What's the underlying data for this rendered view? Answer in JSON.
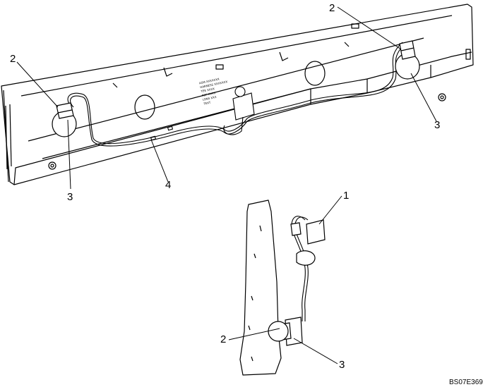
{
  "diagram": {
    "callouts": {
      "bulb_left": "2",
      "bulb_right": "2",
      "socket_left": "3",
      "socket_right": "3",
      "harness": "4",
      "connector_detail": "1",
      "bulb_detail": "2",
      "socket_detail": "3"
    },
    "figure_code": "BS07E369",
    "decal_lines": [
      "ASM XXXXXXX",
      "HARNESS XXXXXXX",
      "TEE XXXX",
      "REF XXXX",
      "LENS XXX",
      "TEXT"
    ]
  }
}
